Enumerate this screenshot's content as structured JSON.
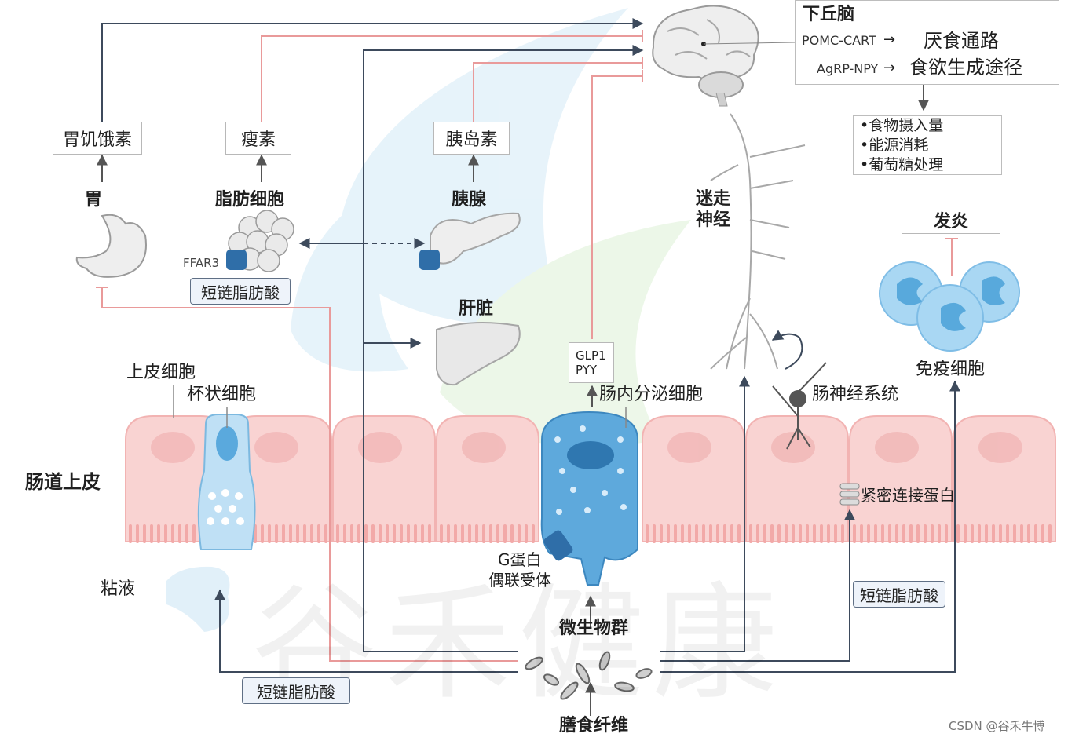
{
  "hypothalamus": {
    "title": "下丘脑",
    "pathways": [
      {
        "source": "POMC-CART",
        "arrow": "→",
        "target": "厌食通路"
      },
      {
        "source": "AgRP-NPY",
        "arrow": "→",
        "target": "食欲生成途径"
      }
    ],
    "outcomes": [
      "•食物摄入量",
      "•能源消耗",
      "•葡萄糖处理"
    ]
  },
  "hormones": {
    "ghrelin": "胃饥饿素",
    "leptin": "瘦素",
    "insulin": "胰岛素",
    "glp1": "GLP1",
    "pyy": "PYY"
  },
  "organs": {
    "stomach": "胃",
    "adipocyte": "脂肪细胞",
    "pancreas": "胰腺",
    "liver": "肝脏",
    "vagus_line1": "迷走",
    "vagus_line2": "神经"
  },
  "receptors": {
    "ffar3": "FFAR3",
    "gpcr_line1": "G蛋白",
    "gpcr_line2": "偶联受体"
  },
  "scfa": "短链脂肪酸",
  "immune": {
    "inflammation": "发炎",
    "immune_cells": "免疫细胞"
  },
  "gut": {
    "epithelium": "肠道上皮",
    "epithelial_cell": "上皮细胞",
    "goblet_cell": "杯状细胞",
    "enteroendocrine": "肠内分泌细胞",
    "enteric_nervous": "肠神经系统",
    "tight_junction": "紧密连接蛋白",
    "mucus": "粘液",
    "microbiota": "微生物群",
    "dietary_fiber": "膳食纤维"
  },
  "watermark": "谷禾健康",
  "credit": "CSDN @谷禾牛博",
  "colors": {
    "inhibit_line": "#e99a9a",
    "stimulate_line": "#3d4a5c",
    "epithelium": "#f6c9c8",
    "immune": "#9fd0ef",
    "enteroendocrine": "#4f9fd6"
  }
}
